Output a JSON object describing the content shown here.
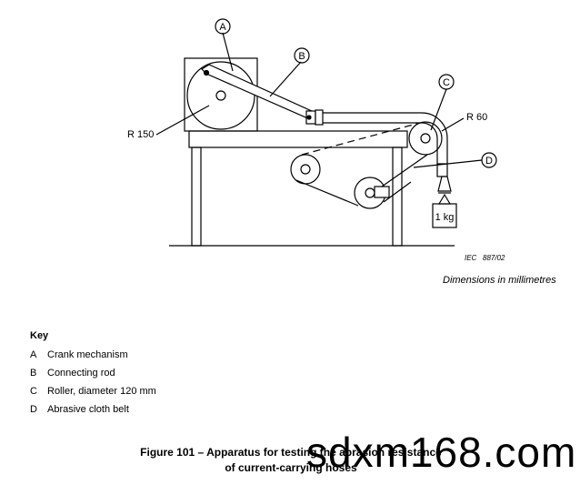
{
  "callouts": {
    "A": "A",
    "B": "B",
    "C": "C",
    "D": "D"
  },
  "dimension_labels": {
    "r150": "R 150",
    "r60": "R 60"
  },
  "weight_label": "1 kg",
  "figure_ref": "IEC   887/02",
  "dimensions_note": "Dimensions in millimetres",
  "key": {
    "title": "Key",
    "items": [
      {
        "letter": "A",
        "text": "Crank mechanism"
      },
      {
        "letter": "B",
        "text": "Connecting rod"
      },
      {
        "letter": "C",
        "text": "Roller, diameter 120 mm"
      },
      {
        "letter": "D",
        "text": "Abrasive cloth belt"
      }
    ]
  },
  "caption": {
    "line1": "Figure 101 – Apparatus for testing the abrasion resistance",
    "line2": "of current-carrying hoses"
  },
  "watermark": "sdxm168.com"
}
